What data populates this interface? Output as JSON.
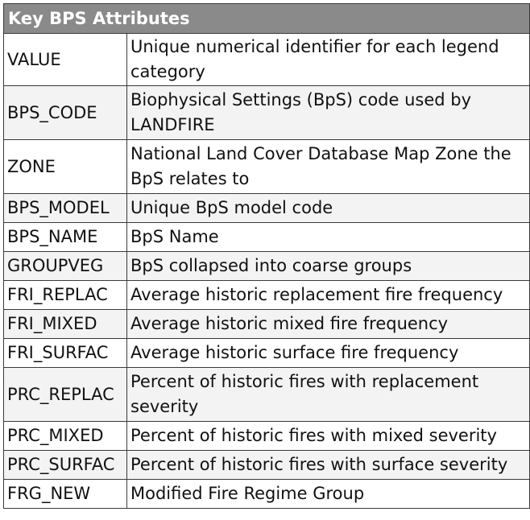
{
  "table": {
    "title": "Key BPS Attributes",
    "rows": [
      {
        "key": "VALUE",
        "desc": "Unique numerical identifier for each legend category"
      },
      {
        "key": "BPS_CODE",
        "desc": "Biophysical Settings (BpS) code used by LANDFIRE"
      },
      {
        "key": "ZONE",
        "desc": "National Land Cover Database Map Zone the BpS relates to"
      },
      {
        "key": "BPS_MODEL",
        "desc": "Unique BpS model code"
      },
      {
        "key": "BPS_NAME",
        "desc": "BpS Name"
      },
      {
        "key": "GROUPVEG",
        "desc": "BpS collapsed into coarse groups"
      },
      {
        "key": "FRI_REPLAC",
        "desc": "Average historic replacement fire frequency"
      },
      {
        "key": "FRI_MIXED",
        "desc": "Average historic mixed fire frequency"
      },
      {
        "key": "FRI_SURFAC",
        "desc": "Average historic surface fire frequency"
      },
      {
        "key": "PRC_REPLAC",
        "desc": "Percent of historic fires with replacement severity"
      },
      {
        "key": "PRC_MIXED",
        "desc": "Percent of historic fires with mixed severity"
      },
      {
        "key": "PRC_SURFAC",
        "desc": "Percent of historic fires with surface severity"
      },
      {
        "key": "FRG_NEW",
        "desc": "Modified Fire Regime Group"
      }
    ]
  }
}
